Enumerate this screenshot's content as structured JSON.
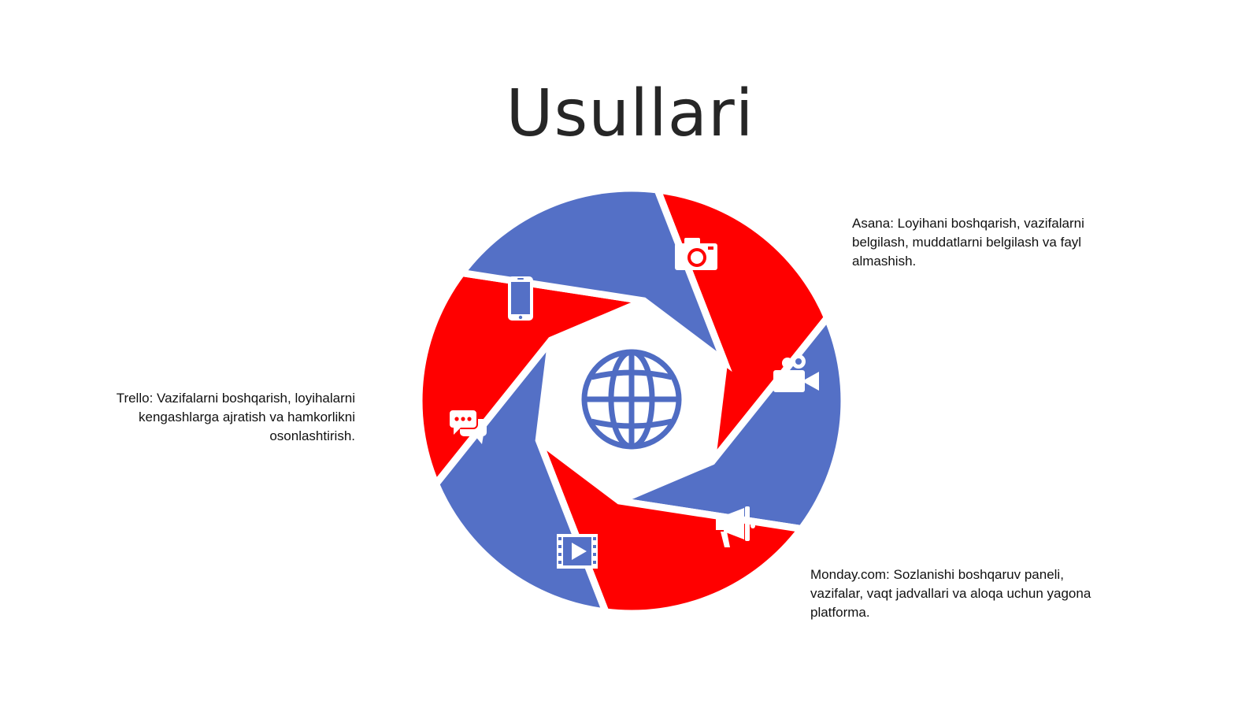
{
  "slide": {
    "title": "Usullari"
  },
  "captions": {
    "asana": "Asana: Loyihani boshqarish, vazifalarni belgilash, muddatlarni belgilash va fayl almashish.",
    "trello": "Trello: Vazifalarni boshqarish, loyihalarni kengashlarga ajratish va hamkorlikni osonlashtirish.",
    "monday": "Monday.com: Sozlanishi boshqaruv paneli, vazifalar, vaqt jadvallari va aloqa uchun yagona platforma."
  },
  "diagram": {
    "colors": {
      "red": "#ff0000",
      "blue": "#5470c6",
      "white": "#ffffff"
    },
    "segments": [
      {
        "color": "red",
        "icon": "camera-icon"
      },
      {
        "color": "blue",
        "icon": "video-camera-icon"
      },
      {
        "color": "red",
        "icon": "megaphone-icon"
      },
      {
        "color": "blue",
        "icon": "film-play-icon"
      },
      {
        "color": "red",
        "icon": "chat-bubbles-icon"
      },
      {
        "color": "blue",
        "icon": "smartphone-icon"
      }
    ],
    "center_icon": "globe-icon"
  }
}
